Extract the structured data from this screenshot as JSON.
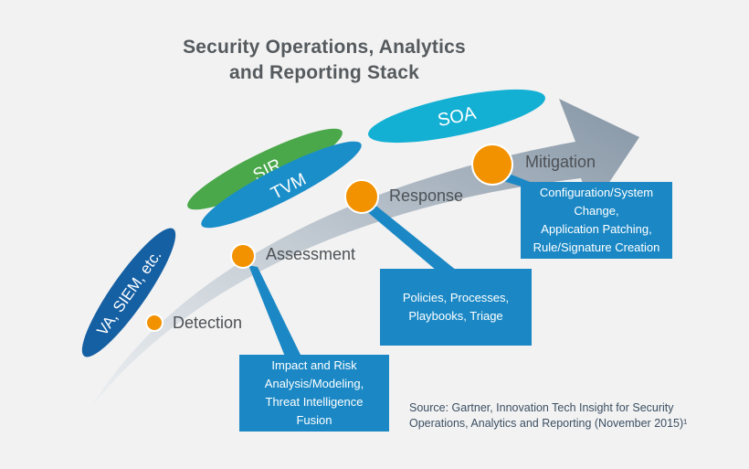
{
  "title": [
    "Security Operations, Analytics",
    "and Reporting Stack"
  ],
  "ellipses": [
    {
      "label": "SOA",
      "color": "#13b0d4"
    },
    {
      "label": "SIR",
      "color": "#4aa84a"
    },
    {
      "label": "TVM",
      "color": "#1a8ec9"
    },
    {
      "label": "VA, SIEM, etc.",
      "color": "#155fa3"
    }
  ],
  "stages": [
    {
      "label": "Detection",
      "color": "#f39200"
    },
    {
      "label": "Assessment",
      "color": "#f39200"
    },
    {
      "label": "Response",
      "color": "#f39200"
    },
    {
      "label": "Mitigation",
      "color": "#f39200"
    }
  ],
  "boxes": {
    "assessment": [
      "Impact and Risk",
      "Analysis/Modeling,",
      "Threat Intelligence",
      "Fusion"
    ],
    "response": [
      "Policies, Processes,",
      "Playbooks, Triage"
    ],
    "mitigation": [
      "Configuration/System",
      "Change,",
      "Application Patching,",
      "Rule/Signature Creation"
    ]
  },
  "source": [
    "Source: Gartner, Innovation Tech Insight for Security",
    "Operations, Analytics and Reporting (November 2015)¹"
  ],
  "colors": {
    "arrow_start": "#d6dbe0",
    "arrow_end": "#8e9cab",
    "box": "#1b88c5",
    "text": "#4d5155"
  }
}
